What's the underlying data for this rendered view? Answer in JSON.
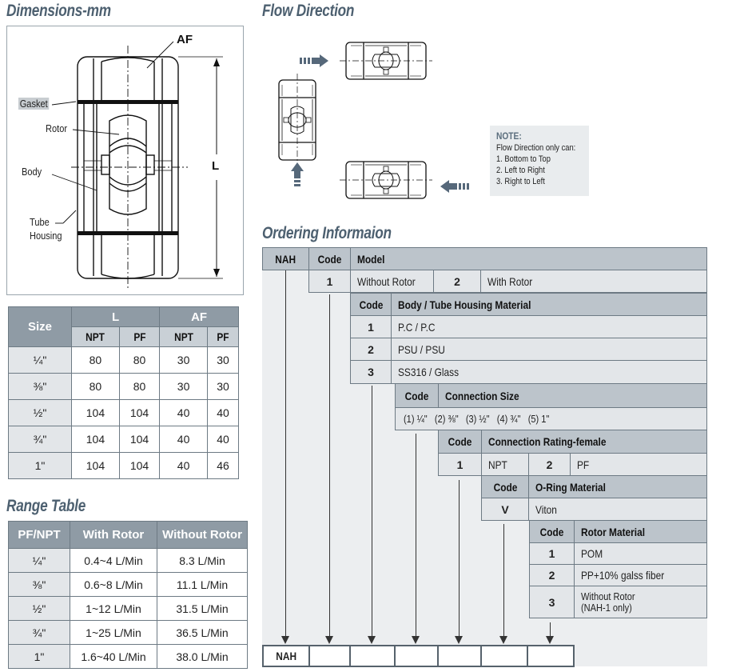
{
  "titles": {
    "dimensions": "Dimensions-mm",
    "flow_direction": "Flow Direction",
    "range_table": "Range Table",
    "ordering": "Ordering Informaion"
  },
  "diagram_labels": {
    "af": "AF",
    "gasket": "Gasket",
    "rotor": "Rotor",
    "body": "Body",
    "tube": "Tube",
    "housing": "Housing",
    "l": "L"
  },
  "size_table": {
    "header_size": "Size",
    "header_l": "L",
    "header_af": "AF",
    "sub_headers": [
      "NPT",
      "PF",
      "NPT",
      "PF"
    ],
    "rows": [
      {
        "size": "¼\"",
        "l_npt": "80",
        "l_pf": "80",
        "af_npt": "30",
        "af_pf": "30"
      },
      {
        "size": "⅜\"",
        "l_npt": "80",
        "l_pf": "80",
        "af_npt": "30",
        "af_pf": "30"
      },
      {
        "size": "½\"",
        "l_npt": "104",
        "l_pf": "104",
        "af_npt": "40",
        "af_pf": "40"
      },
      {
        "size": "¾\"",
        "l_npt": "104",
        "l_pf": "104",
        "af_npt": "40",
        "af_pf": "40"
      },
      {
        "size": "1\"",
        "l_npt": "104",
        "l_pf": "104",
        "af_npt": "40",
        "af_pf": "46"
      }
    ]
  },
  "range_table": {
    "headers": [
      "PF/NPT",
      "With Rotor",
      "Without Rotor"
    ],
    "rows": [
      {
        "size": "¼\"",
        "with": "0.4~4 L/Min",
        "without": "8.3 L/Min"
      },
      {
        "size": "⅜\"",
        "with": "0.6~8 L/Min",
        "without": "11.1 L/Min"
      },
      {
        "size": "½\"",
        "with": "1~12 L/Min",
        "without": "31.5 L/Min"
      },
      {
        "size": "¾\"",
        "with": "1~25 L/Min",
        "without": "36.5 L/Min"
      },
      {
        "size": "1\"",
        "with": "1.6~40 L/Min",
        "without": "38.0 L/Min"
      }
    ]
  },
  "note": {
    "title": "NOTE:",
    "line0": "Flow Direction only can:",
    "line1": "1. Bottom to Top",
    "line2": "2. Left to Right",
    "line3": "3. Right to Left"
  },
  "ordering": {
    "nah": "NAH",
    "code": "Code",
    "model": {
      "title": "Model",
      "opt1_code": "1",
      "opt1_label": "Without Rotor",
      "opt2_code": "2",
      "opt2_label": "With Rotor"
    },
    "body_material": {
      "title": "Body / Tube Housing Material",
      "options": [
        {
          "code": "1",
          "label": "P.C / P.C"
        },
        {
          "code": "2",
          "label": "PSU / PSU"
        },
        {
          "code": "3",
          "label": "SS316 / Glass"
        }
      ]
    },
    "connection_size": {
      "title": "Connection Size",
      "options_text": "(1) ¼\"   (2) ⅜\"   (3) ½\"   (4) ¾\"   (5) 1\""
    },
    "connection_rating": {
      "title": "Connection Rating-female",
      "opt1_code": "1",
      "opt1_label": "NPT",
      "opt2_code": "2",
      "opt2_label": "PF"
    },
    "oring": {
      "title": "O-Ring Material",
      "opt_code": "V",
      "opt_label": "Viton"
    },
    "rotor_material": {
      "title": "Rotor Material",
      "options": [
        {
          "code": "1",
          "label": "POM"
        },
        {
          "code": "2",
          "label": "PP+10% galss fiber"
        },
        {
          "code": "3",
          "label": "Without Rotor",
          "label2": "(NAH-1 only)"
        }
      ]
    },
    "output_first": "NAH"
  },
  "colors": {
    "title": "#4d6070",
    "header_dark": "#8f9ba5",
    "header_mid": "#bcc4cb",
    "cell_light": "#e3e6e9",
    "arrow": "#56687a"
  }
}
